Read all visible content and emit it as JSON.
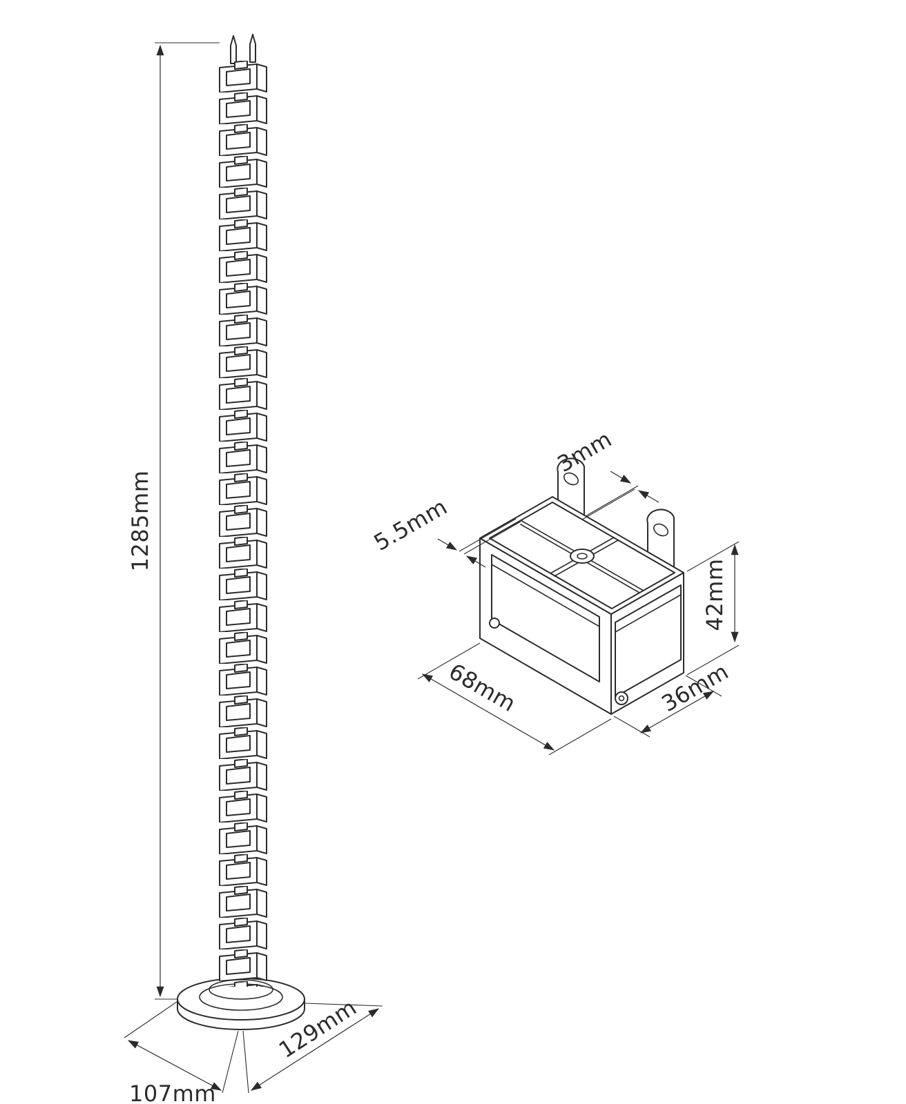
{
  "colors": {
    "line": "#2b2b2b",
    "background": "#ffffff"
  },
  "spine": {
    "height": "1285mm",
    "base_depth": "107mm",
    "base_width": "129mm"
  },
  "link_detail": {
    "wall_thickness": "3mm",
    "slot_thickness": "5.5mm",
    "width": "68mm",
    "depth": "36mm",
    "height": "42mm"
  }
}
